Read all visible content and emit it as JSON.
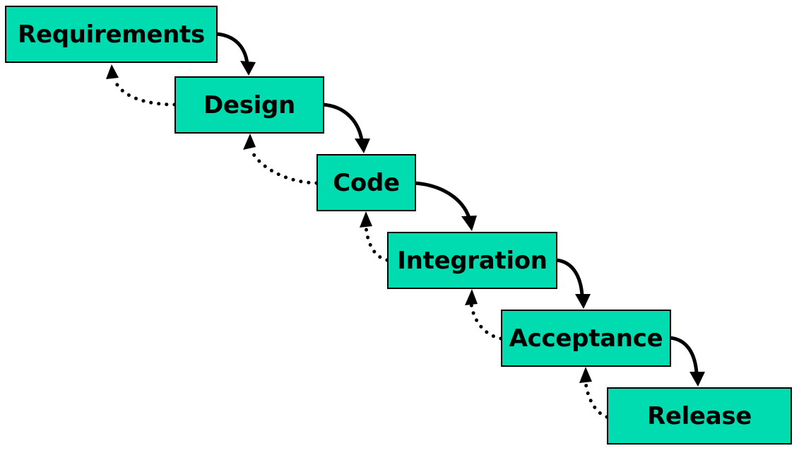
{
  "stages": [
    {
      "label": "Requirements"
    },
    {
      "label": "Design"
    },
    {
      "label": "Code"
    },
    {
      "label": "Integration"
    },
    {
      "label": "Acceptance"
    },
    {
      "label": "Release"
    }
  ],
  "colors": {
    "box_fill": "#00dcb0",
    "border": "#000000",
    "text": "#000000",
    "arrow": "#000000"
  }
}
